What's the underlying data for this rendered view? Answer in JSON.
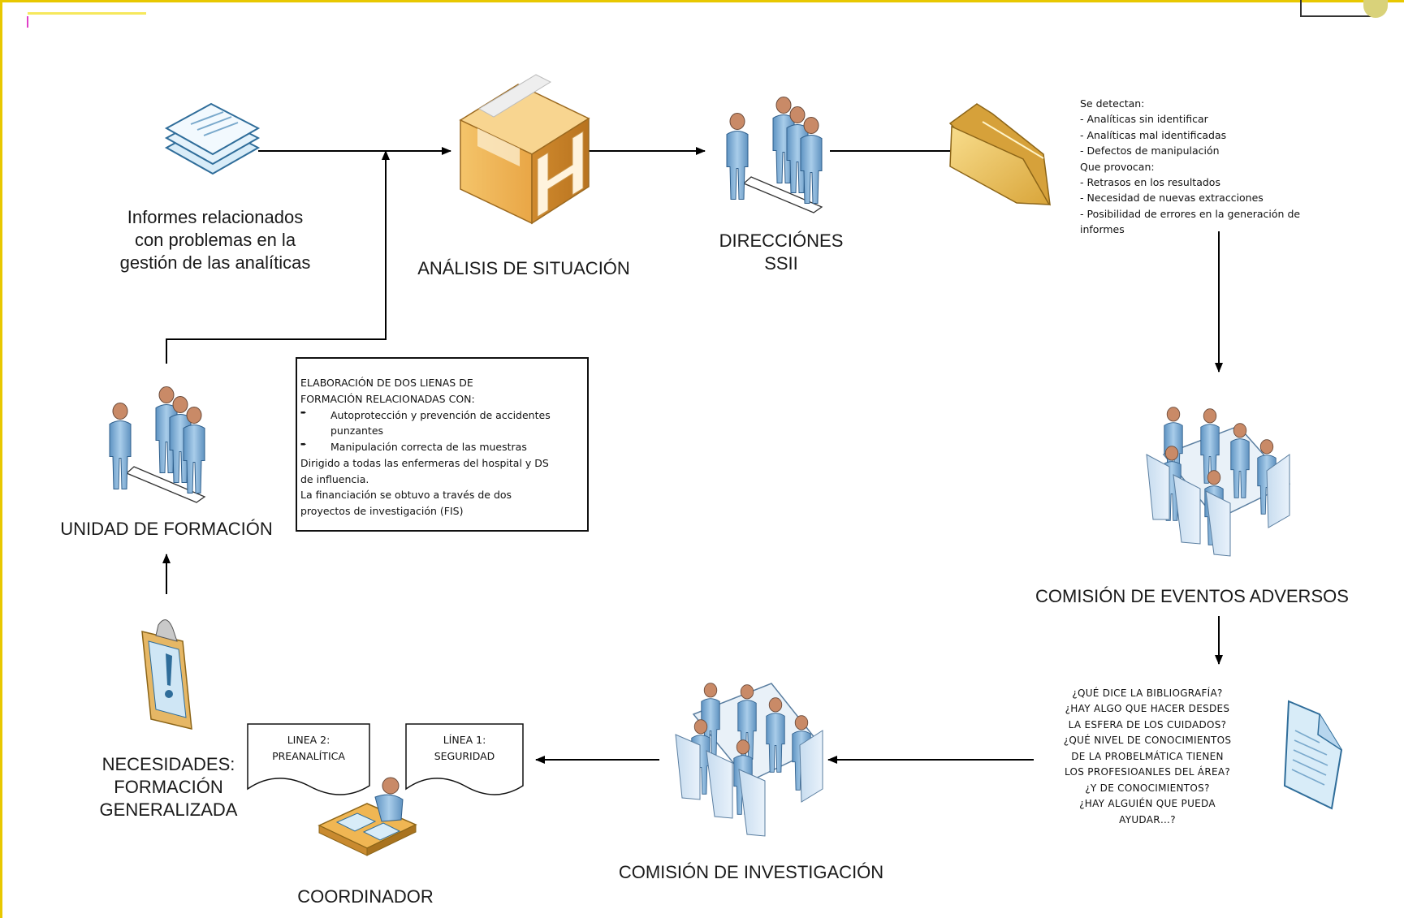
{
  "nodes": {
    "informes": "Informes relacionados\ncon problemas en la\ngestión de las analíticas",
    "analisis": "ANÁLISIS DE SITUACIÓN",
    "direcciones": "DIRECCIÓNES\nSSII",
    "comision_eventos": "COMISIÓN DE EVENTOS ADVERSOS",
    "comision_investigacion": "COMISIÓN DE INVESTIGACIÓN",
    "coordinador": "COORDINADOR",
    "necesidades": "NECESIDADES:\nFORMACIÓN\nGENERALIZADA",
    "unidad_formacion": "UNIDAD DE FORMACIÓN"
  },
  "detection_notes": "Se detectan:\n- Analíticas sin identificar\n- Analíticas mal identificadas\n- Defectos de manipulación\nQue provocan:\n- Retrasos en los resultados\n- Necesidad de nuevas extracciones\n- Posibilidad de errores en la generación de\ninformes",
  "questions": "¿QUÉ DICE LA BIBLIOGRAFÍA?\n¿HAY ALGO QUE HACER DESDES\nLA ESFERA DE LOS CUIDADOS?\n¿QUÉ NIVEL DE CONOCIMIENTOS\nDE LA PROBELMÁTICA TIENEN\nLOS PROFESIOANLES DEL ÁREA?\n¿Y DE CONOCIMIENTOS?\n¿HAY ALGUIÉN QUE PUEDA\nAYUDAR…?",
  "training_box": {
    "heading": "ELABORACIÓN DE DOS LIENAS DE\nFORMACIÓN RELACIONADAS CON:",
    "bullet_1": "Autoprotección y prevención de accidentes\npunzantes",
    "bullet_2": "Manipulación correcta de las muestras",
    "audience": "Dirigido a todas las enfermeras del hospital y DS\nde influencia.",
    "funding": "La financiación se obtuvo a través de  dos\nproyectos de investigación (FIS)"
  },
  "lines": {
    "linea_2": "LINEA 2:\nPREANALÍTICA",
    "linea_1": "LÍNEA 1:\nSEGURIDAD"
  },
  "icons": {
    "informes": "stacked-documents-icon",
    "analisis": "cardboard-box-icon",
    "direcciones": "people-group-icon",
    "notes": "open-folder-icon",
    "comision_eventos": "meeting-table-icon",
    "questions": "text-document-icon",
    "comision_investigacion": "meeting-table-icon",
    "coordinador": "person-at-desk-icon",
    "necesidades": "clipboard-alert-icon",
    "unidad_formacion": "people-group-icon"
  },
  "colors": {
    "frame": "#e8c800",
    "person": "#7fb0d8",
    "box": "#e8a640",
    "folder": "#e9c25a",
    "document": "#cfe6f5"
  }
}
